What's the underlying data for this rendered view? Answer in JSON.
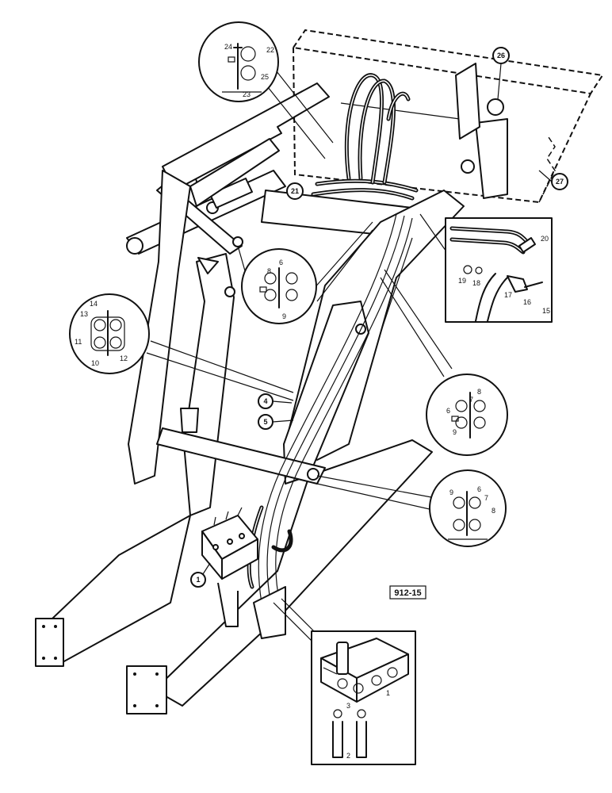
{
  "figure": {
    "code": "912-15"
  },
  "callouts": {
    "c1": "1",
    "c4": "4",
    "c5": "5",
    "c21": "21",
    "c26": "26",
    "c27": "27"
  },
  "insets": {
    "top_clamp": {
      "a": "24",
      "b": "22",
      "c": "25",
      "d": "23"
    },
    "left_clamp": {
      "a": "14",
      "b": "13",
      "c": "11",
      "d": "10",
      "e": "12"
    },
    "upper_mid_clamp": {
      "a": "6",
      "b": "8",
      "c": "9"
    },
    "hose_fittings": {
      "a": "20",
      "b": "19",
      "c": "18",
      "d": "17",
      "e": "16",
      "f": "15"
    },
    "right_clamp": {
      "a": "7",
      "b": "8",
      "c": "6",
      "d": "9"
    },
    "lower_right_clamp": {
      "a": "9",
      "b": "6",
      "c": "7",
      "d": "8"
    },
    "valve": {
      "a": "1",
      "b": "3",
      "c": "2"
    }
  }
}
